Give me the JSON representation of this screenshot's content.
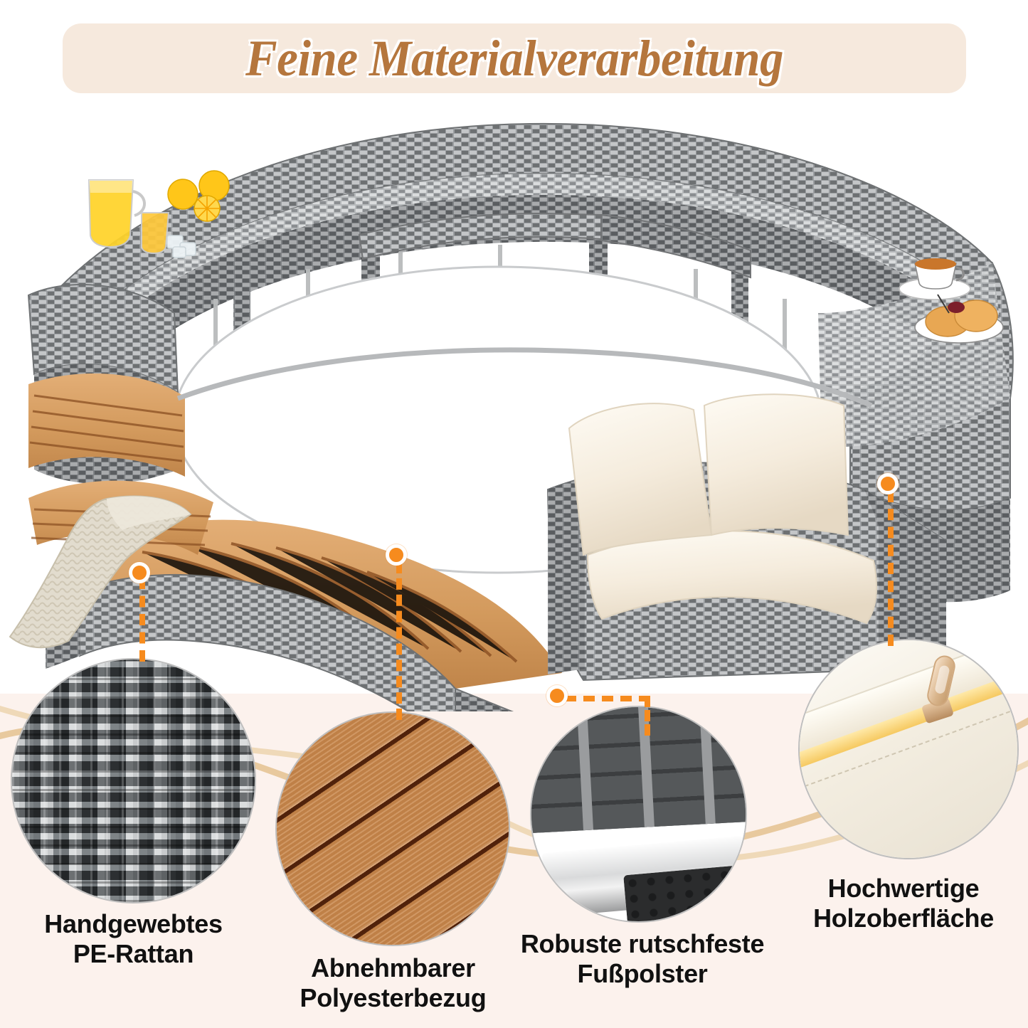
{
  "header": {
    "title": "Feine Materialverarbeitung",
    "banner_color": "#F6E9DD",
    "title_color": "#B5763D"
  },
  "theme": {
    "page_background": "#FCF2ED",
    "stage_background": "#FFFFFF",
    "accent_orange": "#F68B1E",
    "deco_line_color": "#E8C99E",
    "circle_border_color": "#BEBEBE",
    "rattan_grey": "#8F9296",
    "wood_brown": "#D19A5E",
    "cushion_cream": "#F4EADB"
  },
  "product": {
    "name": "round-rattan-spa-surround-with-sofa",
    "props": [
      {
        "name": "juice-pitcher",
        "label": "Orangensaft-Karaffe"
      },
      {
        "name": "juice-glass",
        "label": "Saftglas"
      },
      {
        "name": "oranges",
        "label": "Orangen"
      },
      {
        "name": "ice-cubes",
        "label": "Eiswuerfel"
      },
      {
        "name": "coffee-cup",
        "label": "Kaffeetasse"
      },
      {
        "name": "pastry-plate",
        "label": "Gebaeckteller"
      },
      {
        "name": "knit-throw",
        "label": "Strickdecke"
      }
    ],
    "parts": [
      {
        "name": "rattan-backrest",
        "label": "Rattan-Rueckenlehne"
      },
      {
        "name": "wood-deck-panels",
        "label": "Holz-Deckplatten"
      },
      {
        "name": "sofa-seat-cushion",
        "label": "Sitzkissen"
      },
      {
        "name": "sofa-back-pillows",
        "label": "Rueckenkissen"
      },
      {
        "name": "metal-legs",
        "label": "Metallbeine"
      }
    ]
  },
  "markers": [
    {
      "name": "marker-rattan",
      "target": "circle-1"
    },
    {
      "name": "marker-wood",
      "target": "circle-2"
    },
    {
      "name": "marker-foot",
      "target": "circle-3"
    },
    {
      "name": "marker-cushion",
      "target": "circle-4"
    }
  ],
  "features": [
    {
      "id": "circle-1",
      "icon": "woven-rattan-icon",
      "label_line1": "Handgewebtes",
      "label_line2": "PE-Rattan"
    },
    {
      "id": "circle-2",
      "icon": "wood-planks-icon",
      "label_line1": "Abnehmbarer",
      "label_line2": "Polyesterbezug"
    },
    {
      "id": "circle-3",
      "icon": "non-slip-foot-icon",
      "label_line1": "Robuste rutschfeste",
      "label_line2": "Fußpolster"
    },
    {
      "id": "circle-4",
      "icon": "zipper-cushion-icon",
      "label_line1": "Hochwertige",
      "label_line2": "Holzoberfläche"
    }
  ]
}
